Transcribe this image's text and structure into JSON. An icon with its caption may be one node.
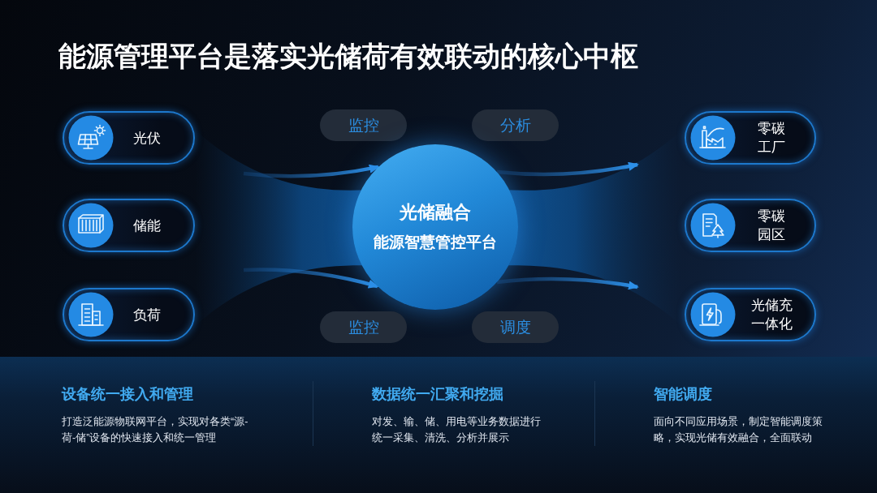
{
  "diagram": {
    "title": "能源管理平台是落实光储荷有效联动的核心中枢",
    "nodes": [
      {
        "text": [
          "光伏"
        ]
      },
      {
        "text": [
          "储能"
        ]
      },
      {
        "text": [
          "负荷"
        ]
      },
      {
        "text": [
          "监控"
        ]
      },
      {
        "text": [
          "分析"
        ]
      },
      {
        "text": [
          "光储融合",
          "能源智慧管控平台"
        ]
      },
      {
        "text": [
          "监控"
        ]
      },
      {
        "text": [
          "调度"
        ]
      },
      {
        "text": [
          "零碳工厂"
        ]
      },
      {
        "text": [
          "零碳园区"
        ]
      },
      {
        "text": [
          "光储充一体化"
        ]
      }
    ],
    "edges": [
      {
        "from": null,
        "to": 5,
        "arrow": "to"
      },
      {
        "from": null,
        "to": 5,
        "arrow": "to"
      },
      {
        "from": 5,
        "to": null,
        "arrow": "to"
      },
      {
        "from": 5,
        "to": null,
        "arrow": "to"
      }
    ],
    "labels": [
      "设备统一接入和管理",
      "打造泛能源物联网平台，实现对各类“源-荷-储”设备的快速接入和统一管理",
      "数据统一汇聚和挖掘",
      "对发、输、储、用电等业务数据进行统一采集、清洗、分析并展示",
      "智能调度",
      "面向不同应用场景，制定智能调度策略，实现光储有效融合，全面联动"
    ]
  }
}
